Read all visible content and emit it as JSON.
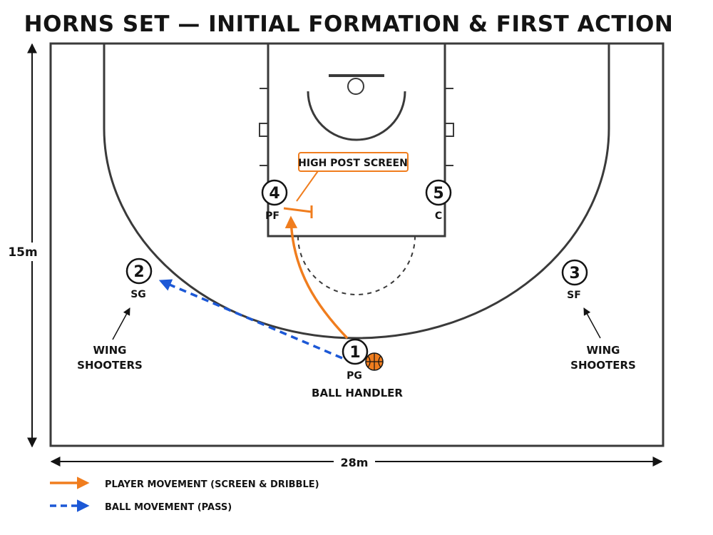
{
  "title": "HORNS SET — INITIAL FORMATION & FIRST ACTION",
  "dimensions": {
    "width_label": "28m",
    "height_label": "15m"
  },
  "colors": {
    "player_movement": "#f07d1e",
    "ball_movement": "#1c58d6",
    "court_line": "#3a3a3a",
    "ink": "#141414"
  },
  "players": [
    {
      "number": "1",
      "position": "PG"
    },
    {
      "number": "2",
      "position": "SG"
    },
    {
      "number": "3",
      "position": "SF"
    },
    {
      "number": "4",
      "position": "PF"
    },
    {
      "number": "5",
      "position": "C"
    }
  ],
  "annotations": {
    "screen": "HIGH POST SCREEN",
    "ball_handler": "BALL HANDLER",
    "wing_left": [
      "WING",
      "SHOOTERS"
    ],
    "wing_right": [
      "WING",
      "SHOOTERS"
    ]
  },
  "ball_icon": "basketball-icon",
  "legend": [
    {
      "label": "PLAYER MOVEMENT (SCREEN & DRIBBLE)",
      "style": "solid-orange-arrow"
    },
    {
      "label": "BALL MOVEMENT (PASS)",
      "style": "dashed-blue-arrow"
    }
  ]
}
